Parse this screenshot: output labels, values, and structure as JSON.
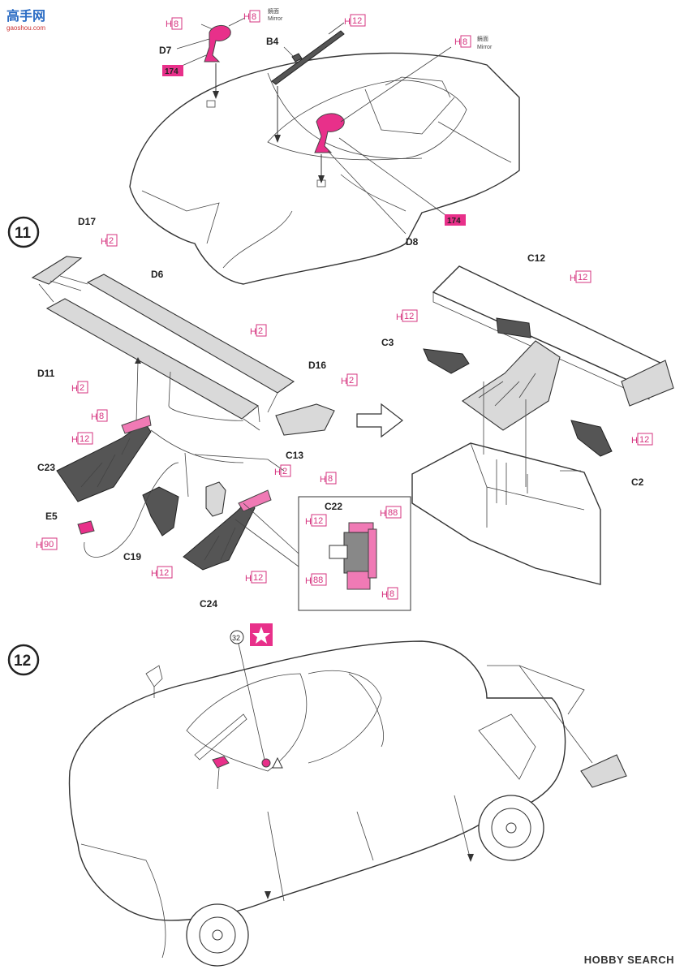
{
  "watermark": {
    "logo_text": "高手网",
    "logo_sub": "gaoshou.com",
    "brand": "HOBBY SEARCH"
  },
  "mirror_words": {
    "jp": "鏡面",
    "en": "Mirror"
  },
  "steps": [
    {
      "number": "11"
    },
    {
      "number": "12"
    }
  ],
  "parts": {
    "d7": "D7",
    "b4": "B4",
    "d8": "D8",
    "d17": "D17",
    "d6": "D6",
    "d11": "D11",
    "d16": "D16",
    "c13": "C13",
    "c23": "C23",
    "e5": "E5",
    "c19": "C19",
    "c24": "C24",
    "c22": "C22",
    "c12": "C12",
    "c3": "C3",
    "c2": "C2"
  },
  "colors": {
    "h2": "H",
    "h8": "H",
    "h12": "H",
    "h88": "H",
    "h90": "H",
    "n2": "2",
    "n8": "8",
    "n12": "12",
    "n88": "88",
    "n90": "90",
    "decal_174": "174",
    "callout_32": "32"
  },
  "palette": {
    "pink": "#e8308a",
    "pink_light": "#f07ab5",
    "grey": "#d9d9d9",
    "dark": "#555555"
  }
}
